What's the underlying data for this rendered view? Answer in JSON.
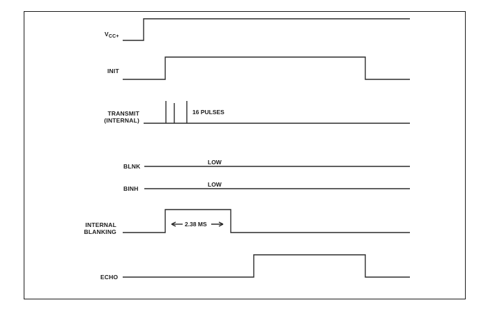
{
  "signals": {
    "vcc": {
      "main": "V",
      "sub": "CC+"
    },
    "init": "INIT",
    "transmit": {
      "line1": "TRANSMIT",
      "line2": "(INTERNAL)"
    },
    "blnk": "BLNK",
    "binh": "BINH",
    "internal_blanking": {
      "line1": "INTERNAL",
      "line2": "BLANKING"
    },
    "echo": "ECHO"
  },
  "annotations": {
    "pulses": "16 PULSES",
    "blnk_level": "LOW",
    "binh_level": "LOW",
    "blanking_duration": "2.38 MS"
  }
}
